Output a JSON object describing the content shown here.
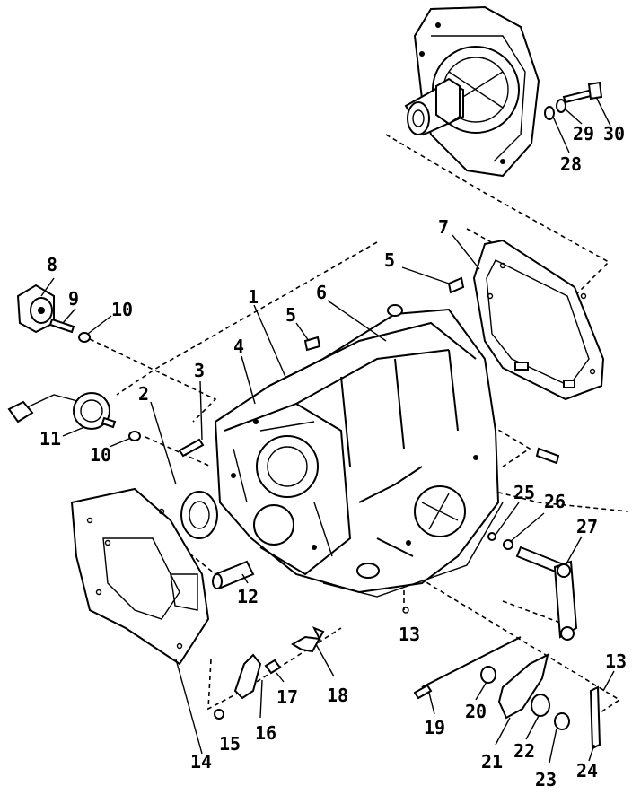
{
  "diagram": {
    "labels": [
      "1",
      "2",
      "3",
      "4",
      "5",
      "5",
      "6",
      "7",
      "8",
      "9",
      "10",
      "10",
      "11",
      "12",
      "13",
      "13",
      "14",
      "15",
      "16",
      "17",
      "18",
      "19",
      "20",
      "21",
      "22",
      "23",
      "24",
      "25",
      "26",
      "27",
      "28",
      "29",
      "30"
    ]
  }
}
